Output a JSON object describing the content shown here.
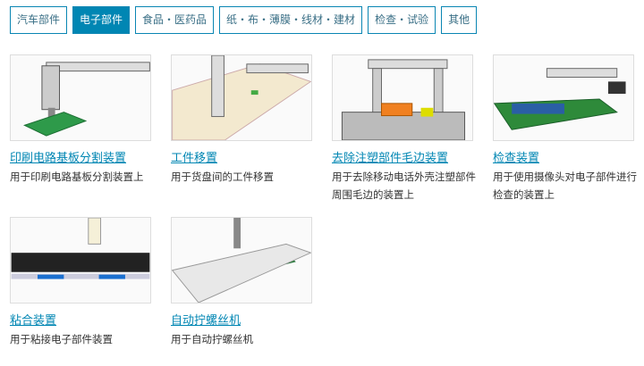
{
  "tabs": [
    {
      "label": "汽车部件"
    },
    {
      "label": "电子部件",
      "active": true
    },
    {
      "label": "食品・医药品"
    },
    {
      "label": "纸・布・薄膜・线材・建材"
    },
    {
      "label": "检查・试验"
    },
    {
      "label": "其他"
    }
  ],
  "cards": [
    {
      "title": "印刷电路基板分割装置",
      "desc": "用于印刷电路基板分割装置上"
    },
    {
      "title": "工件移置",
      "desc": "用于货盘间的工件移置"
    },
    {
      "title": "去除注塑部件毛边装置",
      "desc": "用于去除移动电话外壳注塑部件周围毛边的装置上"
    },
    {
      "title": "检查装置",
      "desc": "用于使用摄像头对电子部件进行检查的装置上"
    },
    {
      "title": "粘合装置",
      "desc": "用于粘接电子部件装置"
    },
    {
      "title": "自动拧螺丝机",
      "desc": "用于自动拧螺丝机"
    }
  ],
  "colors": {
    "accent": "#0086b3"
  }
}
